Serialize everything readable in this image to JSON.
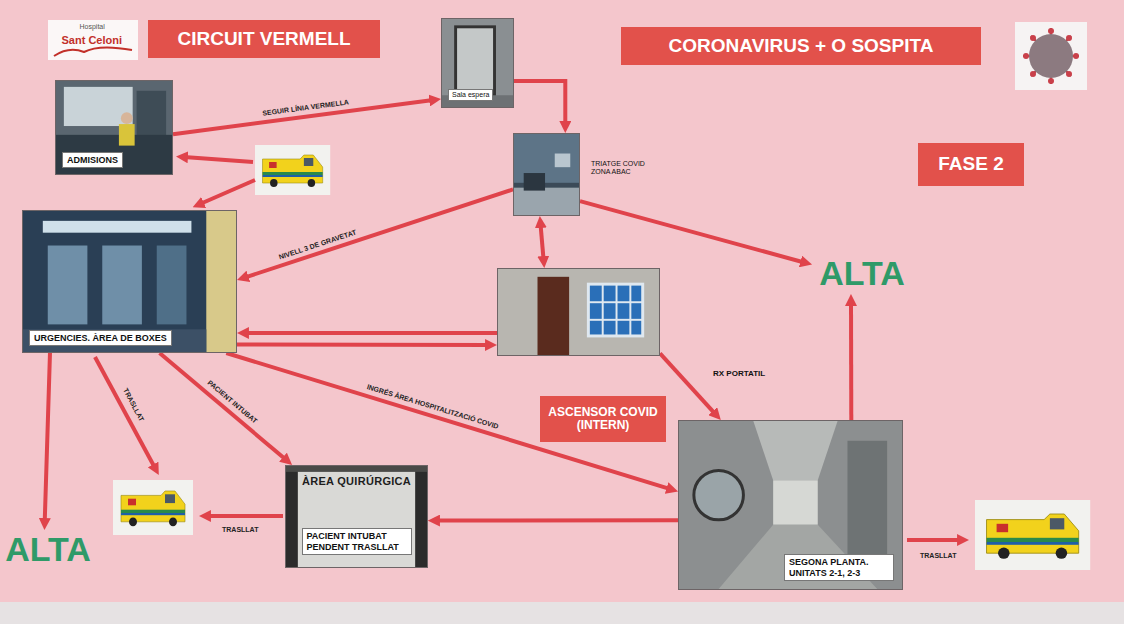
{
  "diagram": {
    "title": "CIRCUIT VERMELL",
    "nodes": [
      {
        "text": [
          "ADMISIONS"
        ]
      },
      {
        "text": [
          "Sala espera"
        ]
      },
      {
        "text": [
          "TRIATGE COVID ZONA ABAC"
        ]
      },
      {
        "text": [
          "URGENCIES. ÀREA DE BOXES"
        ]
      },
      {
        "text": [
          "RX PORTATIL"
        ]
      },
      {
        "text": [
          "ÀREA QUIRÚRGICA",
          "PACIENT INTUBAT PENDENT TRASLLAT"
        ]
      },
      {
        "text": [
          "SEGONA PLANTA. UNITATS 2-1, 2-3"
        ]
      },
      {
        "text": [
          "ALTA"
        ]
      },
      {
        "text": [
          "ALTA"
        ]
      },
      {
        "text": [
          "ASCENSOR COVID (INTERN)"
        ]
      },
      {
        "text": [
          "CORONAVIRUS + O SOSPITA"
        ]
      },
      {
        "text": [
          "FASE 2"
        ]
      }
    ],
    "edges": [
      {
        "from": 0,
        "to": 1,
        "arrow": "to",
        "label": "SEGUIR LÍNIA VERMELLA"
      },
      {
        "from": 1,
        "to": 2,
        "arrow": "to"
      },
      {
        "from": 2,
        "to": 3,
        "arrow": "to",
        "label": "NIVELL 3 DE GRAVETAT"
      },
      {
        "from": 2,
        "to": 7,
        "arrow": "to"
      },
      {
        "from": 2,
        "to": 4,
        "arrow": "both"
      },
      {
        "from": 4,
        "to": 3,
        "arrow": "to"
      },
      {
        "from": 3,
        "to": 4,
        "arrow": "to"
      },
      {
        "from": 4,
        "to": 6,
        "arrow": "to"
      },
      {
        "from": 3,
        "to": 8,
        "arrow": "to"
      },
      {
        "from": 3,
        "to": 5,
        "arrow": "to",
        "label": "PACIENT INTUBAT"
      },
      {
        "from": 3,
        "to": 6,
        "arrow": "to",
        "label": "INGRÉS ÀREA HOSPITALITZACIÓ COVID"
      },
      {
        "from": 6,
        "to": 5,
        "arrow": "to"
      },
      {
        "from": 6,
        "to": 7,
        "arrow": "to"
      }
    ],
    "labels": [
      "Hospital",
      "Sant Celoni",
      "TRASLLAT",
      "TRASLLAT",
      "TRASLLAT"
    ]
  }
}
